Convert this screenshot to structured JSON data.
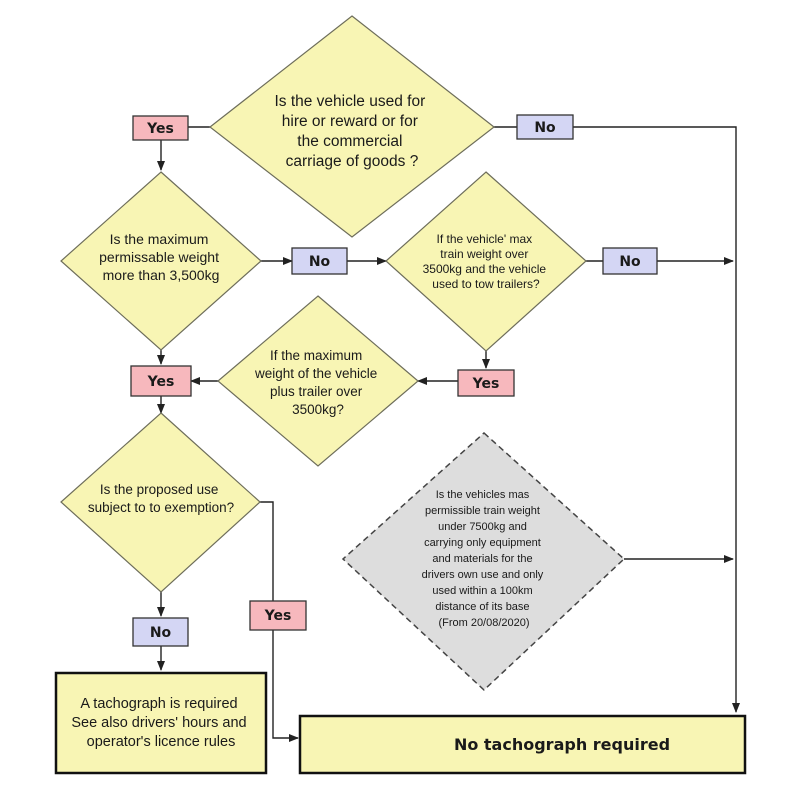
{
  "decisions": {
    "d1": [
      "Is the vehicle used for",
      "hire or reward or for",
      "the commercial",
      "carriage of goods ?"
    ],
    "d2": [
      "Is the maximum",
      "permissable weight",
      "more than 3,500kg"
    ],
    "d3": [
      "If the vehicle' max",
      "train weight over",
      "3500kg and the vehicle",
      "used to tow trailers?"
    ],
    "d4": [
      "If the maximum",
      "weight of the vehicle",
      "plus trailer over",
      "3500kg?"
    ],
    "d5": [
      "Is the proposed use",
      "subject to to exemption?"
    ],
    "d6": [
      "Is the vehicles mas",
      "permissible train weight",
      "under 7500kg and",
      "carrying only equipment",
      "and materials for the",
      "drivers own use and only",
      "used within a 100km",
      "distance of its base",
      "(From 20/08/2020)"
    ]
  },
  "answers": {
    "yes": "Yes",
    "no": "No"
  },
  "results": {
    "required": [
      "A tachograph is required",
      "See also drivers' hours and",
      "operator's  licence rules"
    ],
    "not_required": "No tachograph required"
  },
  "colors": {
    "yes_fill": "#f7b8bd",
    "no_fill": "#d4d6f4",
    "decision_fill": "#f8f5b4",
    "exemption_fill": "#dddddd",
    "result_fill": "#f8f5b4"
  }
}
